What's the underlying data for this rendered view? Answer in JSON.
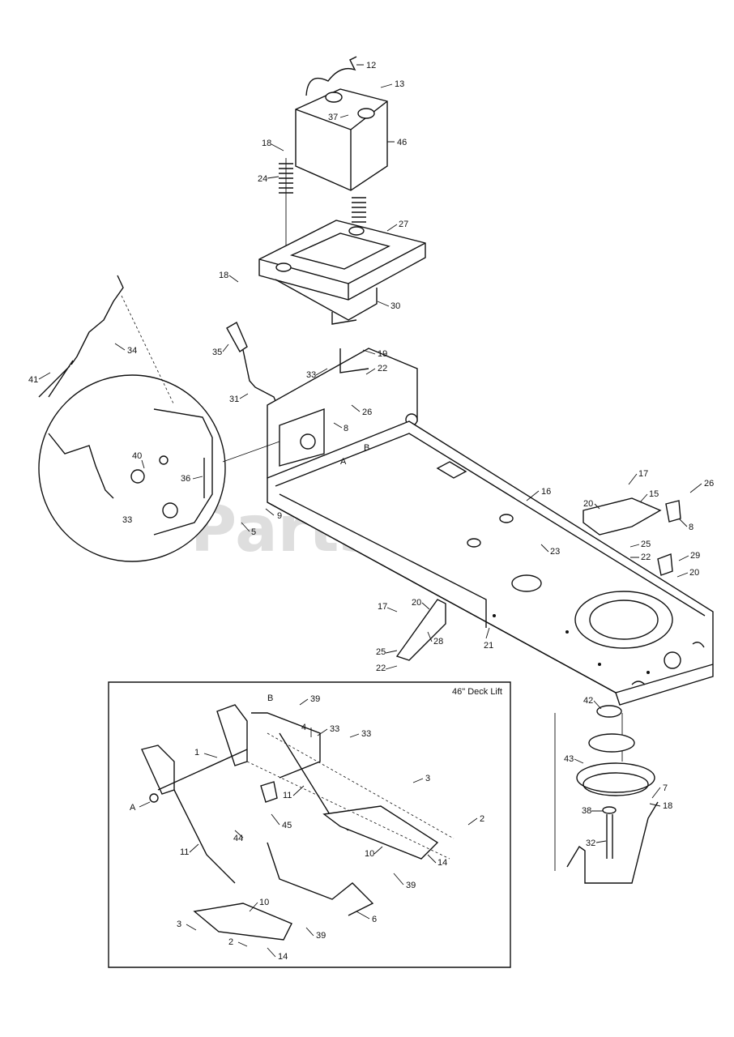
{
  "watermark": "PartsTree",
  "inset_title": "46\" Deck Lift",
  "callouts": [
    {
      "id": "c12",
      "label": "12"
    },
    {
      "id": "c13",
      "label": "13"
    },
    {
      "id": "c37",
      "label": "37"
    },
    {
      "id": "c46",
      "label": "46"
    },
    {
      "id": "c18a",
      "label": "18"
    },
    {
      "id": "c24",
      "label": "24"
    },
    {
      "id": "c27",
      "label": "27"
    },
    {
      "id": "c18b",
      "label": "18"
    },
    {
      "id": "c30",
      "label": "30"
    },
    {
      "id": "c34",
      "label": "34"
    },
    {
      "id": "c35",
      "label": "35"
    },
    {
      "id": "c19",
      "label": "19"
    },
    {
      "id": "c33a",
      "label": "33"
    },
    {
      "id": "c22a",
      "label": "22"
    },
    {
      "id": "c41",
      "label": "41"
    },
    {
      "id": "c31",
      "label": "31"
    },
    {
      "id": "c26a",
      "label": "26"
    },
    {
      "id": "c8a",
      "label": "8"
    },
    {
      "id": "c40",
      "label": "40"
    },
    {
      "id": "cB1",
      "label": "B"
    },
    {
      "id": "cA1",
      "label": "A"
    },
    {
      "id": "c36",
      "label": "36"
    },
    {
      "id": "c33b",
      "label": "33"
    },
    {
      "id": "c17a",
      "label": "17"
    },
    {
      "id": "c26b",
      "label": "26"
    },
    {
      "id": "c20a",
      "label": "20"
    },
    {
      "id": "c15",
      "label": "15"
    },
    {
      "id": "c16",
      "label": "16"
    },
    {
      "id": "c9",
      "label": "9"
    },
    {
      "id": "c8b",
      "label": "8"
    },
    {
      "id": "c5",
      "label": "5"
    },
    {
      "id": "c23",
      "label": "23"
    },
    {
      "id": "c25a",
      "label": "25"
    },
    {
      "id": "c22b",
      "label": "22"
    },
    {
      "id": "c29",
      "label": "29"
    },
    {
      "id": "c20b",
      "label": "20"
    },
    {
      "id": "c17b",
      "label": "17"
    },
    {
      "id": "c20c",
      "label": "20"
    },
    {
      "id": "c28",
      "label": "28"
    },
    {
      "id": "c21",
      "label": "21"
    },
    {
      "id": "c25b",
      "label": "25"
    },
    {
      "id": "c22c",
      "label": "22"
    },
    {
      "id": "cB2",
      "label": "B"
    },
    {
      "id": "c39a",
      "label": "39"
    },
    {
      "id": "c4",
      "label": "4"
    },
    {
      "id": "c33c",
      "label": "33"
    },
    {
      "id": "c33d",
      "label": "33"
    },
    {
      "id": "c1",
      "label": "1"
    },
    {
      "id": "c11a",
      "label": "11"
    },
    {
      "id": "c3a",
      "label": "3"
    },
    {
      "id": "cA2",
      "label": "A"
    },
    {
      "id": "c44",
      "label": "44"
    },
    {
      "id": "c45",
      "label": "45"
    },
    {
      "id": "c2a",
      "label": "2"
    },
    {
      "id": "c10a",
      "label": "10"
    },
    {
      "id": "c14a",
      "label": "14"
    },
    {
      "id": "c11b",
      "label": "11"
    },
    {
      "id": "c39b",
      "label": "39"
    },
    {
      "id": "c6",
      "label": "6"
    },
    {
      "id": "c10b",
      "label": "10"
    },
    {
      "id": "c3b",
      "label": "3"
    },
    {
      "id": "c39c",
      "label": "39"
    },
    {
      "id": "c2b",
      "label": "2"
    },
    {
      "id": "c14b",
      "label": "14"
    },
    {
      "id": "c42",
      "label": "42"
    },
    {
      "id": "c43",
      "label": "43"
    },
    {
      "id": "c7",
      "label": "7"
    },
    {
      "id": "c38",
      "label": "38"
    },
    {
      "id": "c18c",
      "label": "18"
    },
    {
      "id": "c32",
      "label": "32"
    }
  ]
}
